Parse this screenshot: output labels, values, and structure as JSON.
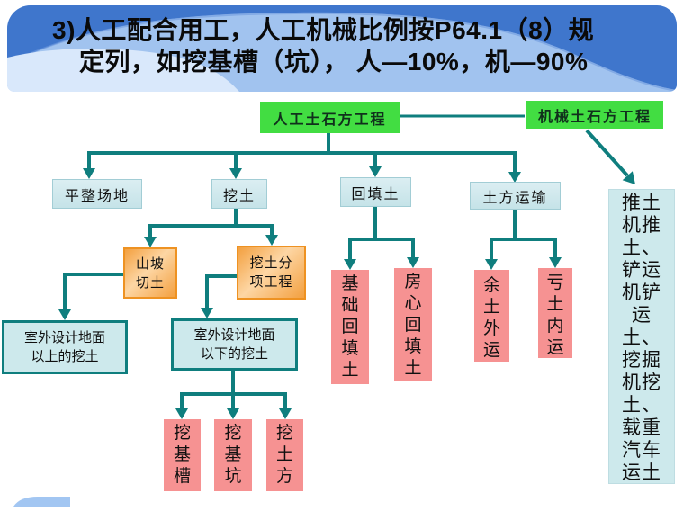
{
  "slide": {
    "title_line1": "3)人工配合用工，人工机械比例按P64.1（8）规",
    "title_line2": "定列，如挖基槽（坑）， 人—10%，机—90%"
  },
  "colors": {
    "connector_teal": "#0f7e7e",
    "green_box": "#42dd42",
    "cyan_box": "#cde9ec",
    "orange_box": "#f3a040",
    "pink_box": "#f69292",
    "banner_dark": "#3f76cc",
    "banner_mid": "#a1c3ef",
    "banner_light": "#d9e8fb"
  },
  "flowchart": {
    "manual_root": "人工土石方工程",
    "machine_root": "机械土石方工程",
    "level2": {
      "site_leveling": "平整场地",
      "digging": "挖土",
      "backfill": "回填土",
      "transport": "土方运输"
    },
    "digging_children": {
      "hillside_cut": "山坡\n切土",
      "digging_subitem": "挖土分\n项工程"
    },
    "ground": {
      "above": "室外设计地面\n以上的挖土",
      "below": "室外设计地面\n以下的挖土"
    },
    "below_children": {
      "trench": "挖基槽",
      "pit": "挖基坑",
      "earthwork": "挖土方"
    },
    "backfill_children": {
      "foundation": "基础回填土",
      "room": "房心回填土"
    },
    "transport_children": {
      "surplus_out": "余土外运",
      "shortage_in": "亏土内运"
    },
    "machine_methods": "推土机推土、铲运机铲运土、挖掘机挖土、载重汽车运土"
  }
}
